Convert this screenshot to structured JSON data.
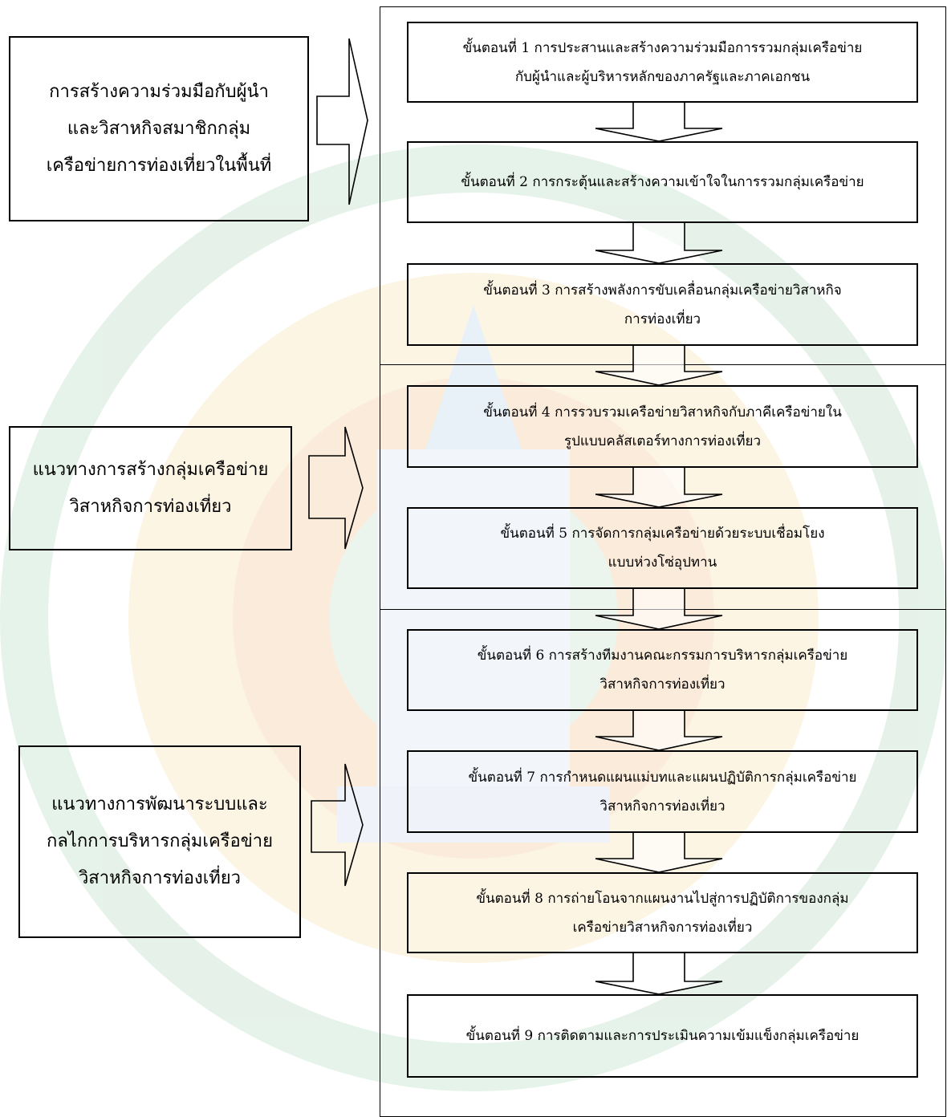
{
  "steps": [
    {
      "lines": [
        "ขั้นตอนที่ 1 การประสานและสร้างความร่วมมือการรวมกลุ่มเครือข่าย",
        "กับผู้นำและผู้บริหารหลักของภาครัฐและภาคเอกชน"
      ]
    },
    {
      "lines": [
        "ขั้นตอนที่ 2 การกระตุ้นและสร้างความเข้าใจในการรวมกลุ่มเครือข่าย"
      ]
    },
    {
      "lines": [
        "ขั้นตอนที่ 3 การสร้างพลังการขับเคลื่อนกลุ่มเครือข่ายวิสาหกิจ",
        "การท่องเที่ยว"
      ]
    },
    {
      "lines": [
        "ขั้นตอนที่ 4 การรวบรวมเครือข่ายวิสาหกิจกับภาคีเครือข่ายใน",
        "รูปแบบคลัสเตอร์ทางการท่องเที่ยว"
      ]
    },
    {
      "lines": [
        "ขั้นตอนที่ 5 การจัดการกลุ่มเครือข่ายด้วยระบบเชื่อมโยง",
        "แบบห่วงโซ่อุปทาน"
      ]
    },
    {
      "lines": [
        "ขั้นตอนที่ 6 การสร้างทีมงานคณะกรรมการบริหารกลุ่มเครือข่าย",
        "วิสาหกิจการท่องเที่ยว"
      ]
    },
    {
      "lines": [
        "ขั้นตอนที่ 7 การกำหนดแผนแม่บทและแผนปฏิบัติการกลุ่มเครือข่าย",
        "วิสาหกิจการท่องเที่ยว"
      ]
    },
    {
      "lines": [
        "ขั้นตอนที่ 8 การถ่ายโอนจากแผนงานไปสู่การปฏิบัติการของกลุ่ม",
        "เครือข่ายวิสาหกิจการท่องเที่ยว"
      ]
    },
    {
      "lines": [
        "ขั้นตอนที่ 9 การติดตามและการประเมินความเข้มแข็งกลุ่มเครือข่าย"
      ]
    }
  ],
  "phases": [
    {
      "lines": [
        "การสร้างความร่วมมือกับผู้นำ",
        "และวิสาหกิจสมาชิกกลุ่ม",
        "เครือข่ายการท่องเที่ยวในพื้นที่"
      ]
    },
    {
      "lines": [
        "แนวทางการสร้างกลุ่มเครือข่าย",
        "วิสาหกิจการท่องเที่ยว"
      ]
    },
    {
      "lines": [
        "แนวทางการพัฒนาระบบและ",
        "กลไกการบริหารกลุ่มเครือข่าย",
        "วิสาหกิจการท่องเที่ยว"
      ]
    }
  ],
  "colors": {
    "watermark_green": "#8fc9a0",
    "watermark_orange": "#f2b441",
    "watermark_red": "#e07c5a"
  }
}
